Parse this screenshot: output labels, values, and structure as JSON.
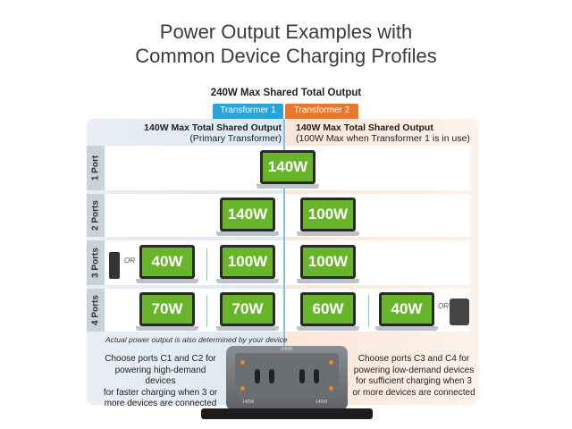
{
  "title_line1": "Power Output Examples with",
  "title_line2": "Common Device Charging Profiles",
  "max_shared": "240W Max Shared Total Output",
  "tabs": {
    "t1": "Transformer 1",
    "t2": "Transformer 2"
  },
  "colors": {
    "transformer1": "#2aa3d8",
    "transformer2": "#e8772e",
    "screen": "#68b52c"
  },
  "left_header": {
    "line1": "140W Max Total Shared Output",
    "line2": "(Primary Transformer)"
  },
  "right_header": {
    "line1": "140W Max Total Shared Output",
    "line2": "(100W Max when Transformer 1 is in use)"
  },
  "rows": [
    {
      "label": "1 Port",
      "watts": [
        "140W"
      ]
    },
    {
      "label": "2 Ports",
      "watts": [
        "140W",
        "100W"
      ]
    },
    {
      "label": "3 Ports",
      "watts": [
        "40W",
        "100W",
        "100W"
      ]
    },
    {
      "label": "4 Ports",
      "watts": [
        "70W",
        "70W",
        "60W",
        "40W"
      ]
    }
  ],
  "or_text": "OR",
  "note": "Actual power output is also determined by your device",
  "left_desc": [
    "Choose ports C1 and C2 for",
    "powering high-demand devices",
    "for faster charging when 3 or",
    "more devices are connected"
  ],
  "right_desc": [
    "Choose ports C3 and C4 for",
    "powering low-demand devices",
    "for sufficient charging when 3",
    "or more devices are connected"
  ],
  "device_labels": {
    "top": "240W",
    "left_bottom": "140W",
    "right_bottom": "140W"
  }
}
